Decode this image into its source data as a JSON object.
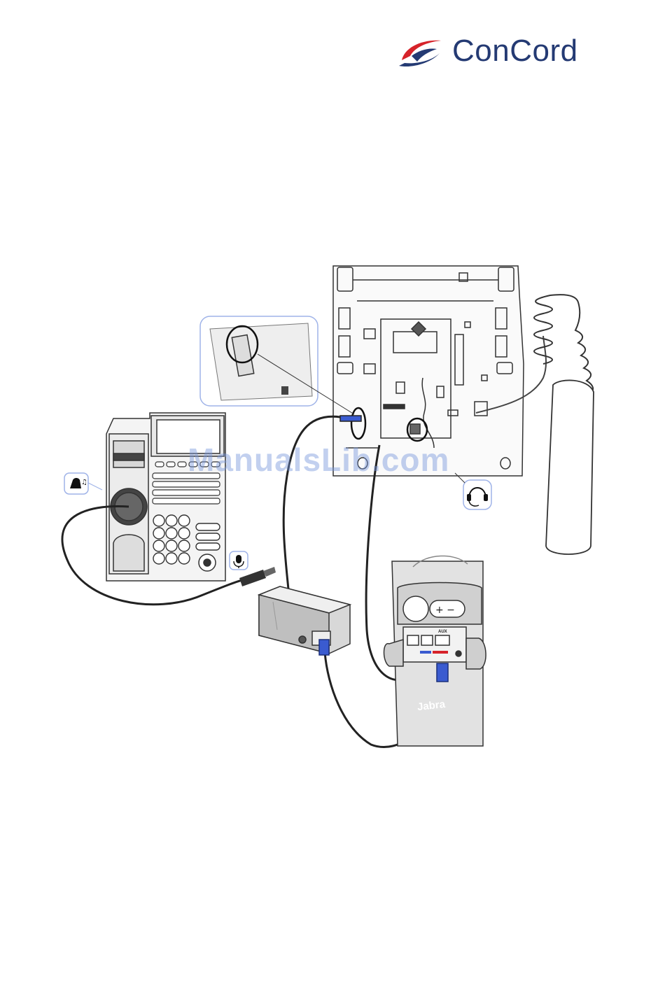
{
  "brand": {
    "logo_text": "ConCord"
  },
  "watermark": "ManualsLib.com",
  "base_unit": {
    "brand_label": "Jabra",
    "port_labels": [
      "AUX"
    ]
  },
  "icons": {
    "ring": "bell-music-icon",
    "microphone": "microphone-icon",
    "headset": "headset-icon"
  },
  "colors": {
    "brand": "#243a73",
    "brand_swoosh": "#d6232a",
    "cable": "#222222",
    "connector": "#3a5bd0"
  }
}
